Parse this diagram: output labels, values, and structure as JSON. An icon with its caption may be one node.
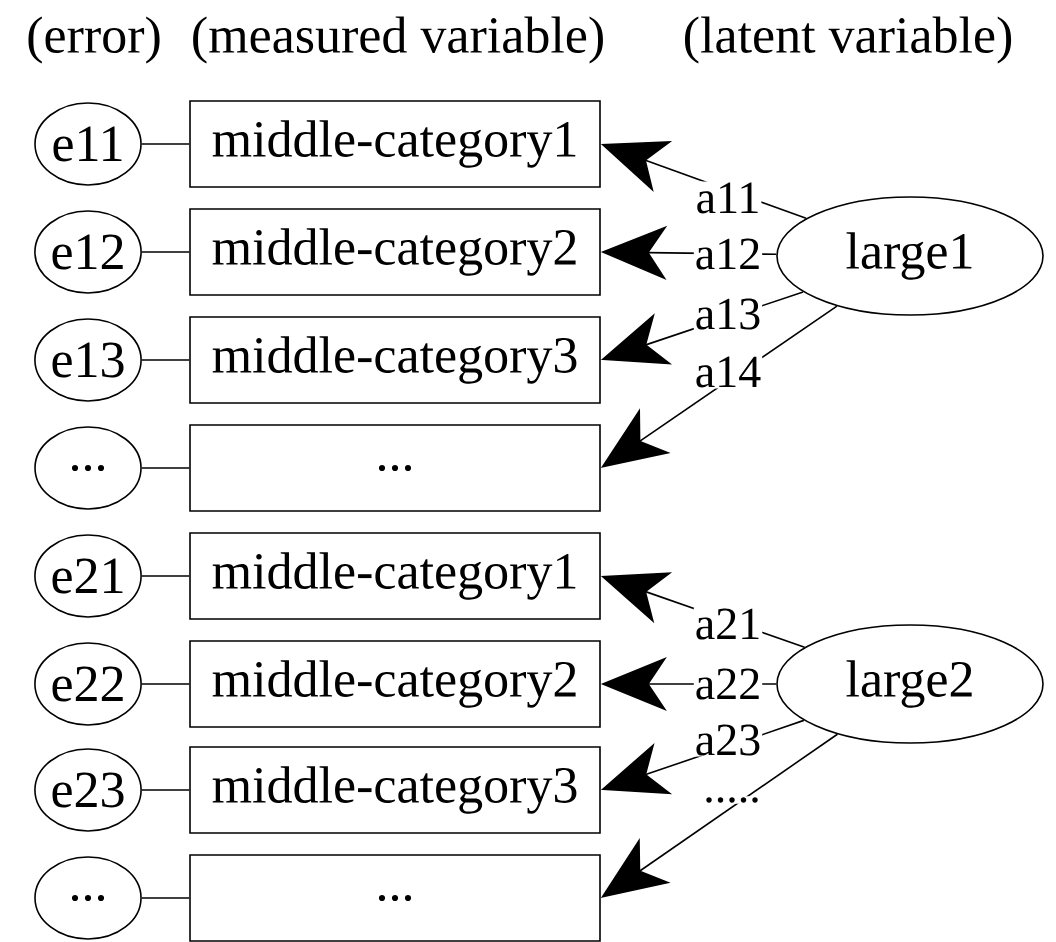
{
  "diagram": {
    "nodes": [
      {
        "text": [
          "e11"
        ]
      },
      {
        "text": [
          "middle-category1"
        ]
      },
      {
        "text": [
          "e12"
        ]
      },
      {
        "text": [
          "middle-category2"
        ]
      },
      {
        "text": [
          "e13"
        ]
      },
      {
        "text": [
          "middle-category3"
        ]
      },
      {
        "text": [
          "..."
        ]
      },
      {
        "text": [
          "..."
        ]
      },
      {
        "text": [
          "e21"
        ]
      },
      {
        "text": [
          "middle-category1"
        ]
      },
      {
        "text": [
          "e22"
        ]
      },
      {
        "text": [
          "middle-category2"
        ]
      },
      {
        "text": [
          "e23"
        ]
      },
      {
        "text": [
          "middle-category3"
        ]
      },
      {
        "text": [
          "..."
        ]
      },
      {
        "text": [
          "..."
        ]
      },
      {
        "text": [
          "large1"
        ]
      },
      {
        "text": [
          "large2"
        ]
      }
    ],
    "edges": [
      {
        "from": 0,
        "to": 1,
        "arrow": "none"
      },
      {
        "from": 2,
        "to": 3,
        "arrow": "none"
      },
      {
        "from": 4,
        "to": 5,
        "arrow": "none"
      },
      {
        "from": 6,
        "to": 7,
        "arrow": "none"
      },
      {
        "from": 8,
        "to": 9,
        "arrow": "none"
      },
      {
        "from": 10,
        "to": 11,
        "arrow": "none"
      },
      {
        "from": 12,
        "to": 13,
        "arrow": "none"
      },
      {
        "from": 14,
        "to": 15,
        "arrow": "none"
      },
      {
        "from": 16,
        "to": 1,
        "arrow": "to",
        "label": "a11"
      },
      {
        "from": 16,
        "to": 3,
        "arrow": "to",
        "label": "a12"
      },
      {
        "from": 16,
        "to": 5,
        "arrow": "to",
        "label": "a13"
      },
      {
        "from": 16,
        "to": 7,
        "arrow": "to",
        "label": "a14"
      },
      {
        "from": 17,
        "to": 9,
        "arrow": "to",
        "label": "a21"
      },
      {
        "from": 17,
        "to": 11,
        "arrow": "to",
        "label": "a22"
      },
      {
        "from": 17,
        "to": 13,
        "arrow": "to",
        "label": "a23"
      },
      {
        "from": 17,
        "to": 15,
        "arrow": "to",
        "label": "....."
      }
    ],
    "labels": [
      "(error)",
      "(measured variable)",
      "(latent variable)"
    ]
  }
}
